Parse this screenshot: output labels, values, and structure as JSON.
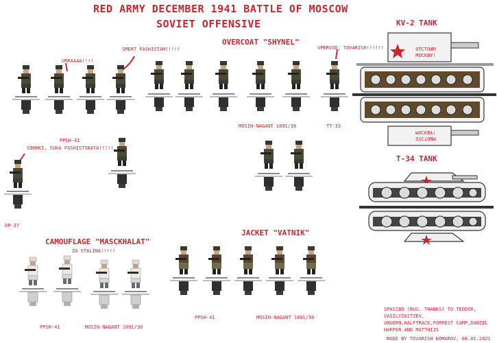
{
  "title": {
    "line1": "RED ARMY DECEMBER 1941 BATTLE OF MOSCOW",
    "line2": "SOVIET OFFENSIVE"
  },
  "sections": {
    "overcoat": "OVERCOAT \"SHYNEL\"",
    "camouflage": "CAMOUFLAGE \"MASCKHALAT\"",
    "jacket": "JACKET \"VATNIK\"",
    "kv2": "KV-2 TANK",
    "t34": "T-34 TANK"
  },
  "shouts": {
    "urraaaa": "URRAAAA!!!!",
    "smert": "SMERT FASHISTAM!!!!!",
    "vpervod": "VPERVOD, TOVARISH!!!!!!",
    "soohki": "SOOHKI, SUKA FASHISTSKAYA!!!!!",
    "za_stalina": "ZA STALINA!!!!!"
  },
  "weapons": {
    "ppsh_top": "PPSH-41",
    "mosin_top": "MOSIN-NAGANT 1891/30",
    "tt33": "TT-33",
    "dp27": "DP-27",
    "ppsh_camo": "PPSH-41",
    "mosin_camo": "MOSIN-NAGANT 1891/30",
    "ppsh_jacket": "PPSH-41",
    "mosin_jacket": "MOSIN-NAGANT 1891/30"
  },
  "tank_slogans": {
    "kv2_top": "ОТСТОИМ МОСКВУ!",
    "kv2_bottom": "ОТСТОИМ МОСКВУ!"
  },
  "credits": {
    "thanks": "SPASIBO (RUS. THANKS) TO TEODOR, VASILYZAITZEV, UNGERN,HALFTRACK,FORREST CAMP,DANIEL HARPER AND MATTHIJS",
    "made_by": "MADE BY TOVARISH KOMAROV, 08.01.2021"
  },
  "colors": {
    "accent_red": "#c8262c",
    "overcoat": "#4a4a3a",
    "camo": "#e6e6e6",
    "jacket": "#5b4535",
    "tank_hull": "#5f4a2c",
    "tank_white": "#f0f0f0"
  }
}
